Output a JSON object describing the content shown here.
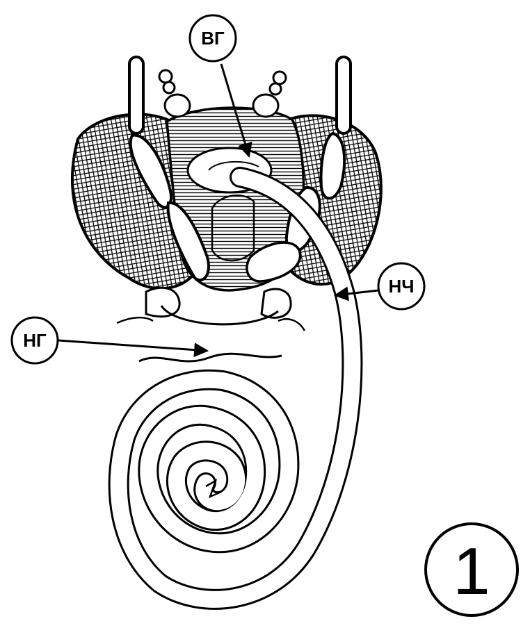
{
  "labels": {
    "vg": "ВГ",
    "nch": "НЧ",
    "ng": "НГ"
  },
  "figure_number": "1",
  "colors": {
    "ink": "#000000",
    "paper": "#ffffff"
  }
}
